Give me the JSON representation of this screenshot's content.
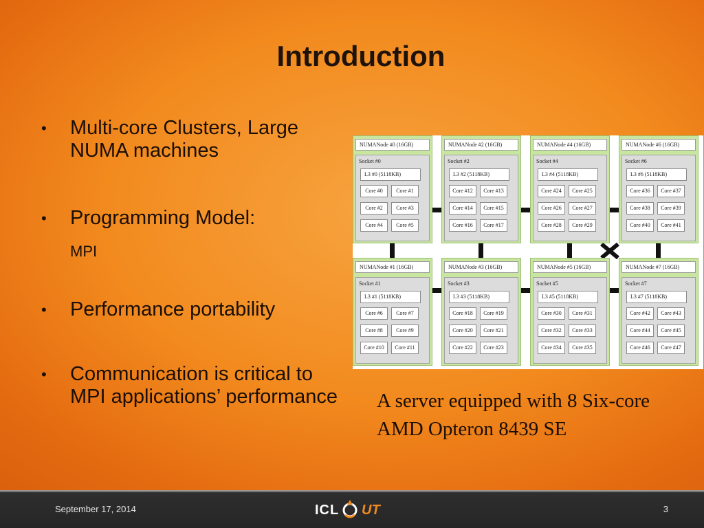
{
  "slide": {
    "title": "Introduction",
    "bullets": [
      {
        "text": "Multi-core Clusters,  Large NUMA machines"
      },
      {
        "text": "Programming Model:",
        "sub": "MPI"
      },
      {
        "text": "Performance portability"
      },
      {
        "text": "Communication is critical to MPI applications’ performance"
      }
    ],
    "bullet_glyph": "•"
  },
  "diagram": {
    "nodes": [
      {
        "title": "NUMANode #0 (16GB)",
        "socket": "Socket #0",
        "l3": "L3 #0 (5118KB)",
        "cores": [
          "Core #0",
          "Core #1",
          "Core #2",
          "Core #3",
          "Core #4",
          "Core #5"
        ]
      },
      {
        "title": "NUMANode #2 (16GB)",
        "socket": "Socket #2",
        "l3": "L3 #2 (5118KB)",
        "cores": [
          "Core #12",
          "Core #13",
          "Core #14",
          "Core #15",
          "Core #16",
          "Core #17"
        ]
      },
      {
        "title": "NUMANode #4 (16GB)",
        "socket": "Socket #4",
        "l3": "L3 #4 (5118KB)",
        "cores": [
          "Core #24",
          "Core #25",
          "Core #26",
          "Core #27",
          "Core #28",
          "Core #29"
        ]
      },
      {
        "title": "NUMANode #6 (16GB)",
        "socket": "Socket #6",
        "l3": "L3 #6 (5118KB)",
        "cores": [
          "Core #36",
          "Core #37",
          "Core #38",
          "Core #39",
          "Core #40",
          "Core #41"
        ]
      },
      {
        "title": "NUMANode #1 (16GB)",
        "socket": "Socket #1",
        "l3": "L3 #1 (5118KB)",
        "cores": [
          "Core #6",
          "Core #7",
          "Core #8",
          "Core #9",
          "Core #10",
          "Core #11"
        ]
      },
      {
        "title": "NUMANode #3 (16GB)",
        "socket": "Socket #3",
        "l3": "L3 #3 (5118KB)",
        "cores": [
          "Core #18",
          "Core #19",
          "Core #20",
          "Core #21",
          "Core #22",
          "Core #23"
        ]
      },
      {
        "title": "NUMANode #5 (16GB)",
        "socket": "Socket #5",
        "l3": "L3 #5 (5118KB)",
        "cores": [
          "Core #30",
          "Core #31",
          "Core #32",
          "Core #33",
          "Core #34",
          "Core #35"
        ]
      },
      {
        "title": "NUMANode #7 (16GB)",
        "socket": "Socket #7",
        "l3": "L3 #7 (5118KB)",
        "cores": [
          "Core #42",
          "Core #43",
          "Core #44",
          "Core #45",
          "Core #46",
          "Core #47"
        ]
      }
    ],
    "caption": "A server equipped with 8 Six-core AMD Opteron 8439 SE"
  },
  "footer": {
    "date": "September 17, 2014",
    "page": "3",
    "logo_left": "ICL",
    "logo_right": "UT"
  },
  "colors": {
    "background": "#f28a1e",
    "node_green": "#c8e6a0",
    "footer": "#262626"
  }
}
